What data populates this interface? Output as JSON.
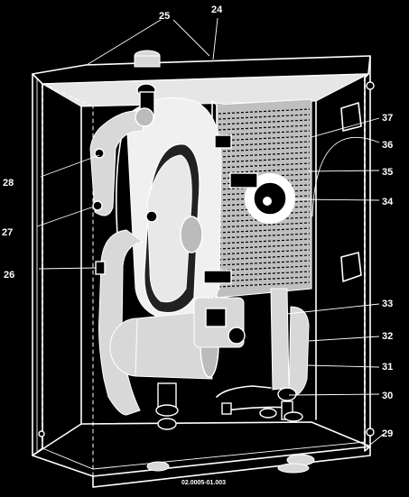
{
  "figure": {
    "doc_ref": "02.0005-01.003",
    "callouts": [
      {
        "id": "c24",
        "text": "24"
      },
      {
        "id": "c25",
        "text": "25"
      },
      {
        "id": "c26",
        "text": "26"
      },
      {
        "id": "c27",
        "text": "27"
      },
      {
        "id": "c28",
        "text": "28"
      },
      {
        "id": "c29",
        "text": "29"
      },
      {
        "id": "c30",
        "text": "30"
      },
      {
        "id": "c31",
        "text": "31"
      },
      {
        "id": "c32",
        "text": "32"
      },
      {
        "id": "c33",
        "text": "33"
      },
      {
        "id": "c34",
        "text": "34"
      },
      {
        "id": "c35",
        "text": "35"
      },
      {
        "id": "c36",
        "text": "36"
      },
      {
        "id": "c37",
        "text": "37"
      }
    ],
    "colors": {
      "background": "#000000",
      "line": "#ffffff",
      "shade": "#d8d8d8"
    }
  }
}
